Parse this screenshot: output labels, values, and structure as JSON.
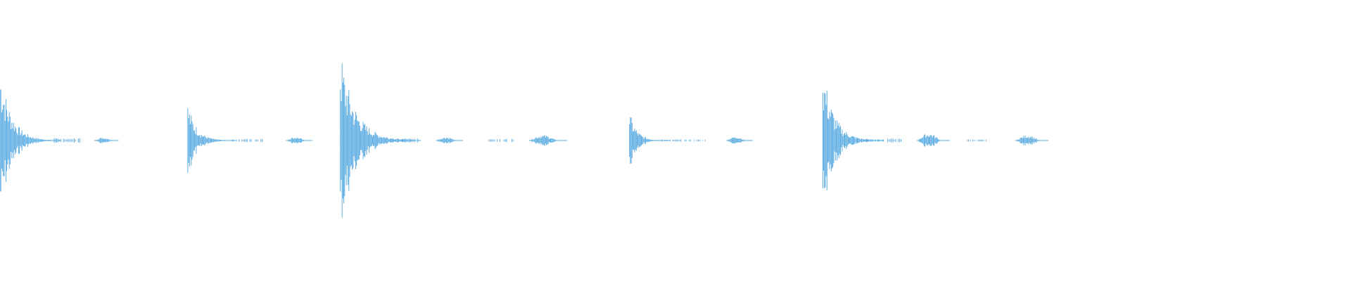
{
  "waveform": {
    "color": "#5dade2",
    "background": "#ffffff",
    "events": [
      {
        "kind": "transient",
        "start": 0.0,
        "peak": 0.84,
        "decay": 0.045
      },
      {
        "kind": "tail",
        "start": 0.04,
        "end": 0.06,
        "level": 0.025
      },
      {
        "kind": "burst",
        "start": 0.07,
        "end": 0.088,
        "level": 0.035
      },
      {
        "kind": "transient",
        "start": 0.139,
        "peak": 0.42,
        "decay": 0.035
      },
      {
        "kind": "tail",
        "start": 0.172,
        "end": 0.195,
        "level": 0.02
      },
      {
        "kind": "burst",
        "start": 0.212,
        "end": 0.231,
        "level": 0.04
      },
      {
        "kind": "transient",
        "start": 0.252,
        "peak": 1.0,
        "decay": 0.06
      },
      {
        "kind": "tail",
        "start": 0.29,
        "end": 0.31,
        "level": 0.025
      },
      {
        "kind": "burst",
        "start": 0.323,
        "end": 0.343,
        "level": 0.04
      },
      {
        "kind": "tail",
        "start": 0.362,
        "end": 0.38,
        "level": 0.02
      },
      {
        "kind": "burst",
        "start": 0.392,
        "end": 0.42,
        "level": 0.06
      },
      {
        "kind": "transient",
        "start": 0.466,
        "peak": 0.32,
        "decay": 0.03
      },
      {
        "kind": "tail",
        "start": 0.49,
        "end": 0.522,
        "level": 0.012
      },
      {
        "kind": "burst",
        "start": 0.538,
        "end": 0.557,
        "level": 0.045
      },
      {
        "kind": "transient",
        "start": 0.609,
        "peak": 0.84,
        "decay": 0.045
      },
      {
        "kind": "tail",
        "start": 0.64,
        "end": 0.668,
        "level": 0.02
      },
      {
        "kind": "burst",
        "start": 0.679,
        "end": 0.703,
        "level": 0.08
      },
      {
        "kind": "tail",
        "start": 0.716,
        "end": 0.732,
        "level": 0.01
      },
      {
        "kind": "burst",
        "start": 0.752,
        "end": 0.776,
        "level": 0.06
      }
    ]
  }
}
